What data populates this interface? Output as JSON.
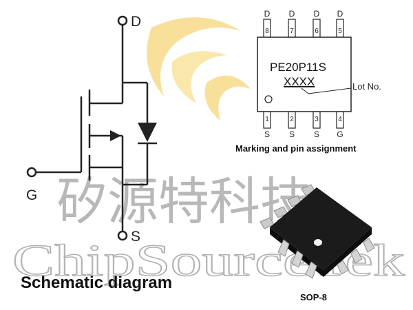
{
  "watermark": {
    "cn_text": "矽源特科技",
    "en_text": "ChipSourceTek",
    "logo_name": "chipsourcetek-logo"
  },
  "schematic": {
    "terminal_d": "D",
    "terminal_g": "G",
    "terminal_s": "S",
    "caption": "Schematic diagram"
  },
  "marking": {
    "part_number": "PE20P11S",
    "lot_code": "XXXX",
    "lot_label": "Lot No.",
    "caption": "Marking and pin assignment",
    "top_pins": [
      {
        "letter": "D",
        "number": "8"
      },
      {
        "letter": "D",
        "number": "7"
      },
      {
        "letter": "D",
        "number": "6"
      },
      {
        "letter": "D",
        "number": "5"
      }
    ],
    "bottom_pins": [
      {
        "letter": "S",
        "number": "1"
      },
      {
        "letter": "S",
        "number": "2"
      },
      {
        "letter": "S",
        "number": "3"
      },
      {
        "letter": "G",
        "number": "4"
      }
    ]
  },
  "package": {
    "caption": "SOP-8"
  },
  "colors": {
    "logo_yellow": "#f6d67a",
    "watermark_gray": "#9a9a9a",
    "line": "#222222",
    "chip_body": "#1b1b1b"
  }
}
